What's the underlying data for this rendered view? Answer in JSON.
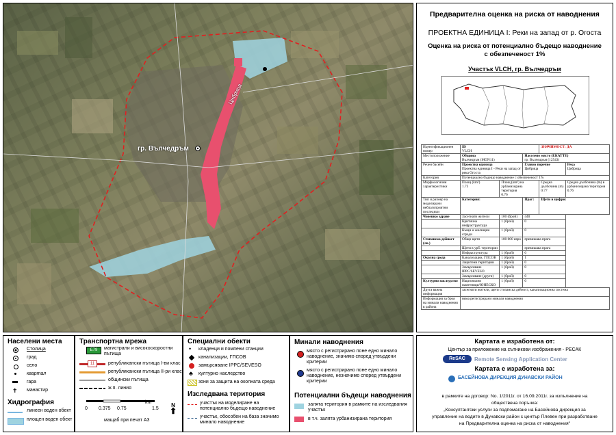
{
  "map": {
    "city_label": "гр. Вълчедръм",
    "river_label": "Цибрица"
  },
  "panel": {
    "title": "Предварителна оценка на риска от наводнения",
    "unit_title": "ПРОЕКТНА ЕДИНИЦА I: Реки на запад от р. Огоста",
    "subtitle_line1": "Оценка на риска от потенциално бъдещо наводнение",
    "subtitle_line2": "с обезпеченост 1%",
    "section_title": "Участък VLCH, гр. Вълчедръм"
  },
  "table": {
    "r1": {
      "label": "Идентификационен номер",
      "id_h": "ID",
      "id_v": "VLCH",
      "sig": "ЗНАЧИМОСТ: ДА"
    },
    "r2": {
      "label": "Местоположение",
      "obshtina_h": "Община",
      "obshtina_v": "Вълчедръм (MON11)",
      "mesto_h": "Населено място (ЕКАТТЕ)",
      "mesto_v": "гр. Вълчедръм (12543)"
    },
    "r3": {
      "label": "Речен басейн",
      "pe_h": "Проектна единица",
      "pe_v": "Проектна единица I - Реки на запад от река Огоста",
      "gp_h": "Главно поречие",
      "gp_v": "Цибрица",
      "reka_h": "Река",
      "reka_v": "Цибрица"
    },
    "r4": {
      "label": "Категория",
      "v": "Потенциално бъдещо наводнение с обезпеченост 1%"
    },
    "r5": {
      "label": "Морфологични характеристики",
      "h1": "Площ (km²)",
      "v1": "1.73",
      "h2": "Площ (km²) на урбанизирана територия",
      "v2": "0.76",
      "h3": "Средна дълбочина (m)",
      "v3": "0.77",
      "h4": "Средна дълбочина (m) в урбанизирана територия",
      "v4": "0.76"
    },
    "r6": {
      "label": "Тип и размер на моделирани неблагоприятни последици",
      "kat": "Категория:",
      "prag": "Праг:",
      "shteti": "Щети в цифри:"
    },
    "rows": [
      {
        "cat": "Човешко здраве",
        "name": "Засегнати жители",
        "prag": "100 (брой)",
        "val": "440"
      },
      {
        "cat": "",
        "name": "Критична инфраструктура",
        "prag": "1 (брой)",
        "val": "0"
      },
      {
        "cat": "",
        "name": "Къщи и жилищни сгради",
        "prag": "1 (брой)",
        "val": "0"
      },
      {
        "cat": "Стопанска дейност (лв.)",
        "name": "Общи щети",
        "prag": "100 000 евро",
        "val": "превишава прага"
      },
      {
        "cat": "",
        "name": "Щети в урб. територии",
        "prag": "",
        "val": "превишава прага"
      },
      {
        "cat": "",
        "name": "Инфраструктура",
        "prag": "1 (брой)",
        "val": "0"
      },
      {
        "cat": "Околна среда",
        "name": "Канализации, ГПСОВ",
        "prag": "1 (брой)",
        "val": "1"
      },
      {
        "cat": "",
        "name": "Защитени територии",
        "prag": "1 (брой)",
        "val": "0"
      },
      {
        "cat": "",
        "name": "Замърсяване IPPC/SEVESO",
        "prag": "1 (брой)",
        "val": "0"
      },
      {
        "cat": "",
        "name": "Замърсяване (други)",
        "prag": "1 (брой)",
        "val": "0"
      },
      {
        "cat": "Културно наследство",
        "name": "Национални паметници/ЮНЕСКО",
        "prag": "1 (брой)",
        "val": "0"
      }
    ],
    "r7": {
      "label": "Друга важна информация",
      "v": "засегнати жители, щети стопанска дейност, канализационна система"
    },
    "r8": {
      "label": "Информация за броя на минали наводнения в района",
      "v": "няма регистрирани минали наводнения"
    }
  },
  "legend": {
    "settlements": {
      "title": "Населени места",
      "items": [
        "Столица",
        "град",
        "село",
        "квартал",
        "гара",
        "манастир"
      ]
    },
    "hydro": {
      "title": "Хидрография",
      "line": "линеен воден обект",
      "area": "площен воден обект"
    },
    "transport": {
      "title": "Транспортна мрежа",
      "e79": "E79",
      "n11": "11",
      "items": [
        "магистрали и високоскоростни пътища",
        "републикански пътища I-ви клас",
        "републикански пътища II-ри клас",
        "общински пътища",
        "ж.п. линия"
      ],
      "scale_ticks": [
        "0",
        "0.375",
        "0.75",
        "1.5"
      ],
      "scale_unit": "km",
      "scale_caption": "мащаб при печат А3",
      "north": "N"
    },
    "special": {
      "title": "Специални обекти",
      "items": [
        "кладенци и помпени станции",
        "канализации, ГПСОВ",
        "замърсяване IPPC/SEVESO",
        "културно наследство",
        "зони за защита на околната среда"
      ]
    },
    "studied": {
      "title": "Изследвана територия",
      "items": [
        "участък на моделиране на потенциално бъдещо наводнение",
        "участък, обособен на база значимо минало наводнение"
      ]
    },
    "past": {
      "title": "Минали наводнения",
      "items": [
        "място с регистрирано поне едно минало наводнение, значимо според утвърдени критерии",
        "място с регистрирано поне едно минало наводнение, незначимо според утвърдени критерии"
      ]
    },
    "future": {
      "title": "Потенциални бъдещи наводнения",
      "items": [
        "залята територия в рамките на изследвания участък",
        "в т.ч. залята урбанизирана територия"
      ]
    }
  },
  "credit": {
    "title1": "Картата е изработена от:",
    "line1": "Център за приложение на сътникови изображения - РЕСАК",
    "resac_logo": "ReSAC",
    "resac_name": "Remote Sensing Application Center",
    "title2": "Картата е изработена за:",
    "bdrd": "БАСЕЙНОВА ДИРЕКЦИЯ ДУНАВСКИ РАЙОН",
    "line2": "в рамките на договор: No. 1/2011г. от 16.09.2011г. за изпълнение на",
    "line3": "обществена поръчка:",
    "line4": "„Консултантски услуги за подпомагане на Басейнова дирекция за",
    "line5": "управление на водите в Дунавски район с център Плевен при разработване",
    "line6": "на Предварителна оценка на риска от наводнения\""
  },
  "colors": {
    "flood": "#e8506e",
    "water": "#9fd3e0",
    "boundary": "#e02020"
  }
}
